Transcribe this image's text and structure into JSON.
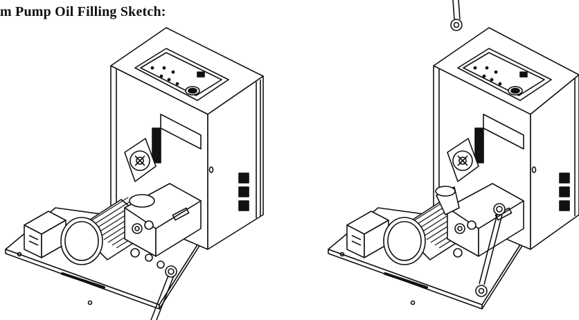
{
  "document": {
    "title": "m Pump Oil Filling Sketch:"
  },
  "figures": [
    {
      "id": "left",
      "wrench_position": "drain-plug-bottom"
    },
    {
      "id": "right",
      "wrench_position": "filler-plug-raised"
    }
  ]
}
